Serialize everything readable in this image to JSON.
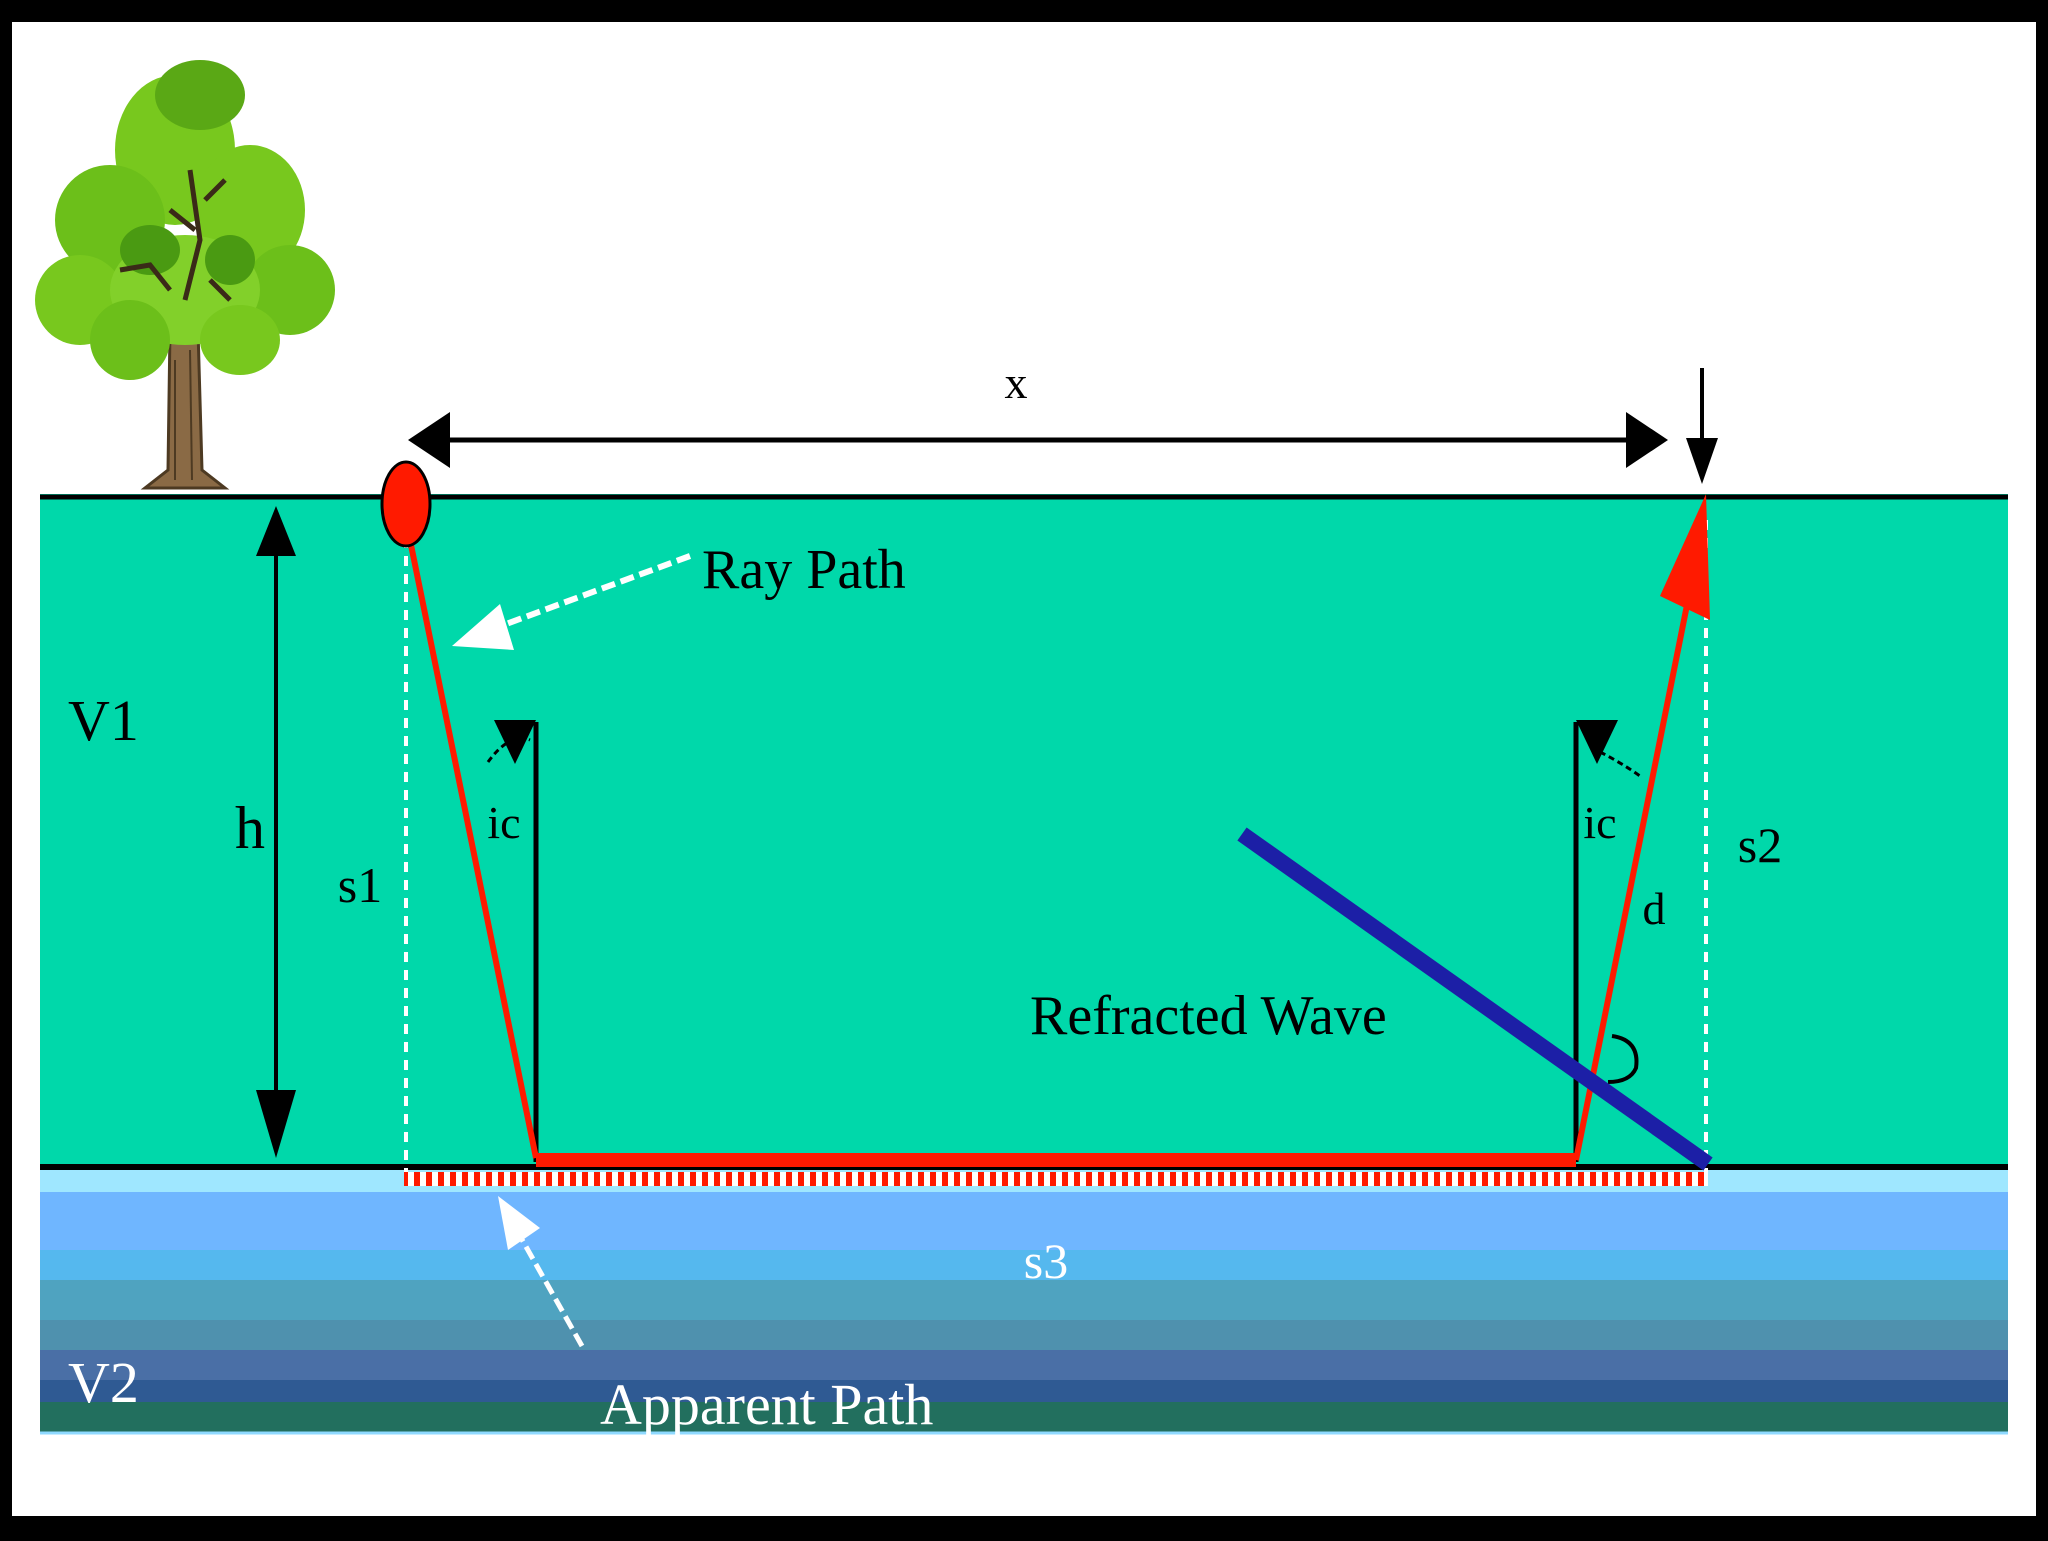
{
  "labels": {
    "distance": "x",
    "thickness": "h",
    "layer1": "V1",
    "layer2": "V2",
    "segment1": "s1",
    "segment2": "s2",
    "segment3": "s3",
    "segment_d": "d",
    "critical_angle_left": "ic",
    "critical_angle_right": "ic",
    "ray_path": "Ray Path",
    "refracted_wave": "Refracted Wave",
    "apparent_path": "Apparent Path"
  },
  "colors": {
    "background": "#ffffff",
    "frame": "#000000",
    "layer1": "#00d8aa",
    "ray": "#ff1a00",
    "wavefront": "#1c1fa6",
    "apparent_path_dash": "#ffffff",
    "layer2_bands": [
      "#9fe7ff",
      "#6fb6ff",
      "#55b8ee",
      "#4fa3c0",
      "#4f91ae",
      "#4a6fa6",
      "#2f5a93",
      "#226f5e"
    ]
  },
  "icons": [
    "tree-icon",
    "source-marker",
    "receiver-arrow-icon"
  ]
}
